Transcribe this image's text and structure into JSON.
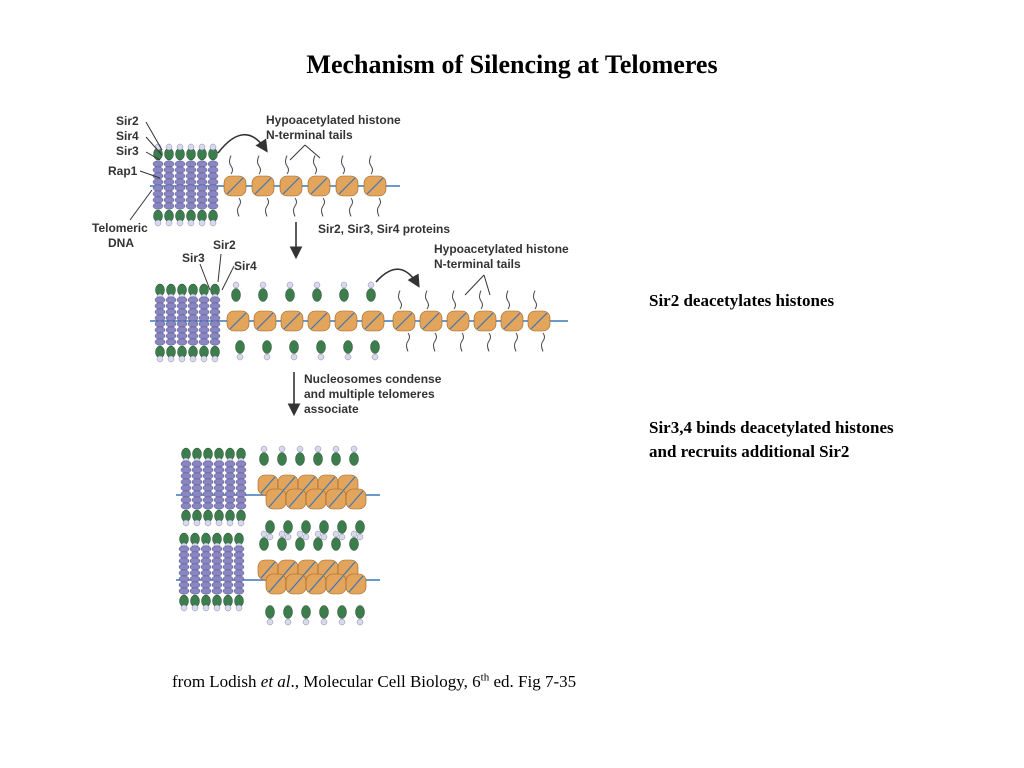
{
  "slide": {
    "title": "Mechanism of Silencing at Telomeres"
  },
  "annotations": {
    "sir2_note": "Sir2 deacetylates histones",
    "sir34_note_line1": "Sir3,4 binds deacetylated histones",
    "sir34_note_line2": "and recruits additional Sir2"
  },
  "citation": {
    "prefix": "from Lodish ",
    "et_al": "et al",
    "middle": "., Molecular Cell Biology, 6",
    "superscript": "th",
    "suffix": " ed. Fig 7-35"
  },
  "figure": {
    "labels": {
      "sir2": "Sir2",
      "sir4": "Sir4",
      "sir3": "Sir3",
      "rap1": "Rap1",
      "telomeric_line1": "Telomeric",
      "telomeric_line2": "DNA",
      "hypo1_line1": "Hypoacetylated histone",
      "hypo1_line2": "N-terminal tails",
      "step1_label": "Sir2, Sir3, Sir4 proteins",
      "sir2_b": "Sir2",
      "sir3_b": "Sir3",
      "sir4_b": "Sir4",
      "hypo2_line1": "Hypoacetylated histone",
      "hypo2_line2": "N-terminal tails",
      "step2_line1": "Nucleosomes condense",
      "step2_line2": "and multiple telomeres",
      "step2_line3": "associate"
    },
    "colors": {
      "rap1": "#8a86c2",
      "sir3": "#3d7d4d",
      "sir4": "#5f9f6c",
      "sir2": "#d9d9ee",
      "nucleosome": "#e3a45c",
      "dna": "#3a78b8",
      "text": "#333333"
    }
  }
}
